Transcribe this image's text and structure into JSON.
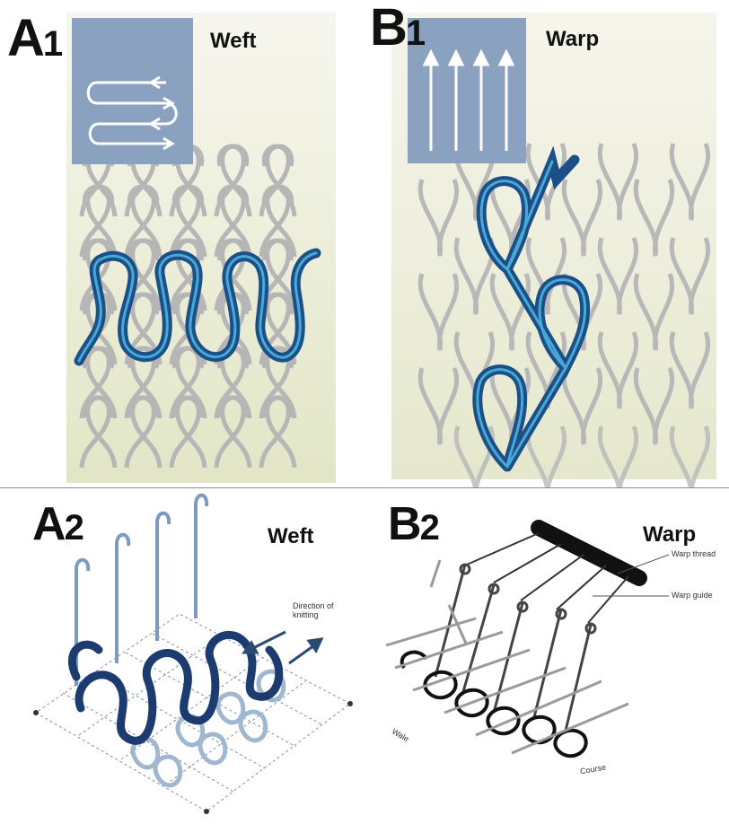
{
  "panels": {
    "a1": {
      "letter": "A",
      "index": "1",
      "title": "Weft"
    },
    "b1": {
      "letter": "B",
      "index": "1",
      "title": "Warp"
    },
    "a2": {
      "letter": "A",
      "index": "2",
      "title": "Weft",
      "annotation_direction": "Direction of knitting"
    },
    "b2": {
      "letter": "B",
      "index": "2",
      "title": "Warp",
      "annotation_thread": "Warp thread",
      "annotation_guide": "Warp guide",
      "annotation_wale": "Wale",
      "annotation_course": "Course"
    }
  },
  "colors": {
    "panel_bg_top": "#f6f5ec",
    "panel_bg_bottom": "#e4e7c9",
    "inset_box": "#8aa2c0",
    "stitch_gray": "#b8b8b8",
    "yarn_blue": "#1c4f86",
    "yarn_highlight": "#4fb8e6"
  },
  "icons": {
    "a1_inset": "serpentine-arrows-icon",
    "b1_inset": "upward-arrows-icon"
  }
}
